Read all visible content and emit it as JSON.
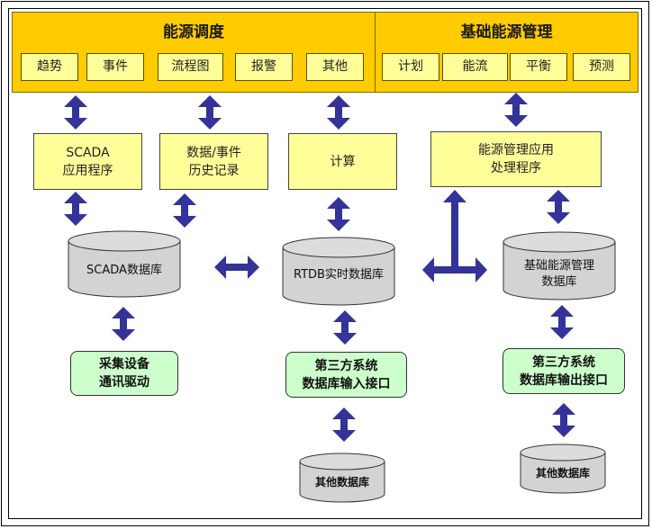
{
  "colors": {
    "band": "#FFCC00",
    "box": "#FFFF99",
    "green_box": "#CCFFCC",
    "cylinder": "#D3D3D3",
    "arrow": "#333399"
  },
  "energy_dispatch": {
    "title": "能源调度",
    "tabs": [
      "趋势",
      "事件",
      "流程图",
      "报警",
      "其他"
    ]
  },
  "basic_energy_mgmt": {
    "title": "基础能源管理",
    "tabs": [
      "计划",
      "能流",
      "平衡",
      "预测"
    ]
  },
  "apps": {
    "scada_app": "SCADA\n应用程序",
    "history": "数据/事件\n历史记录",
    "calc": "计算",
    "energy_app": "能源管理应用\n处理程序"
  },
  "databases": {
    "scada_db": "SCADA数据库",
    "rtdb": "RTDB实时数据库",
    "basic_db": "基础能源管理\n数据库",
    "other_db_1": "其他数据库",
    "other_db_2": "其他数据库"
  },
  "interfaces": {
    "collector": "采集设备\n通讯驱动",
    "input_if": "第三方系统\n数据库输入接口",
    "output_if": "第三方系统\n数据库输出接口"
  }
}
